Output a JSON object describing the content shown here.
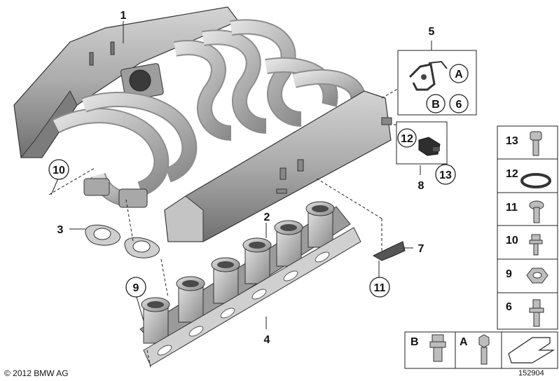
{
  "callouts": {
    "c1": "1",
    "c2": "2",
    "c3": "3",
    "c4": "4",
    "c5": "5",
    "c6": "6",
    "c7": "7",
    "c8": "8",
    "c9": "9",
    "c10": "10",
    "c11": "11",
    "c12": "12",
    "c13": "13",
    "cA": "A",
    "cB": "B"
  },
  "parts_panel": {
    "rows": [
      "13",
      "12",
      "11",
      "10",
      "9",
      "6"
    ],
    "bottom": [
      "B",
      "A"
    ]
  },
  "footer": {
    "copyright": "© 2012 BMW AG",
    "doc_number": "152904"
  }
}
